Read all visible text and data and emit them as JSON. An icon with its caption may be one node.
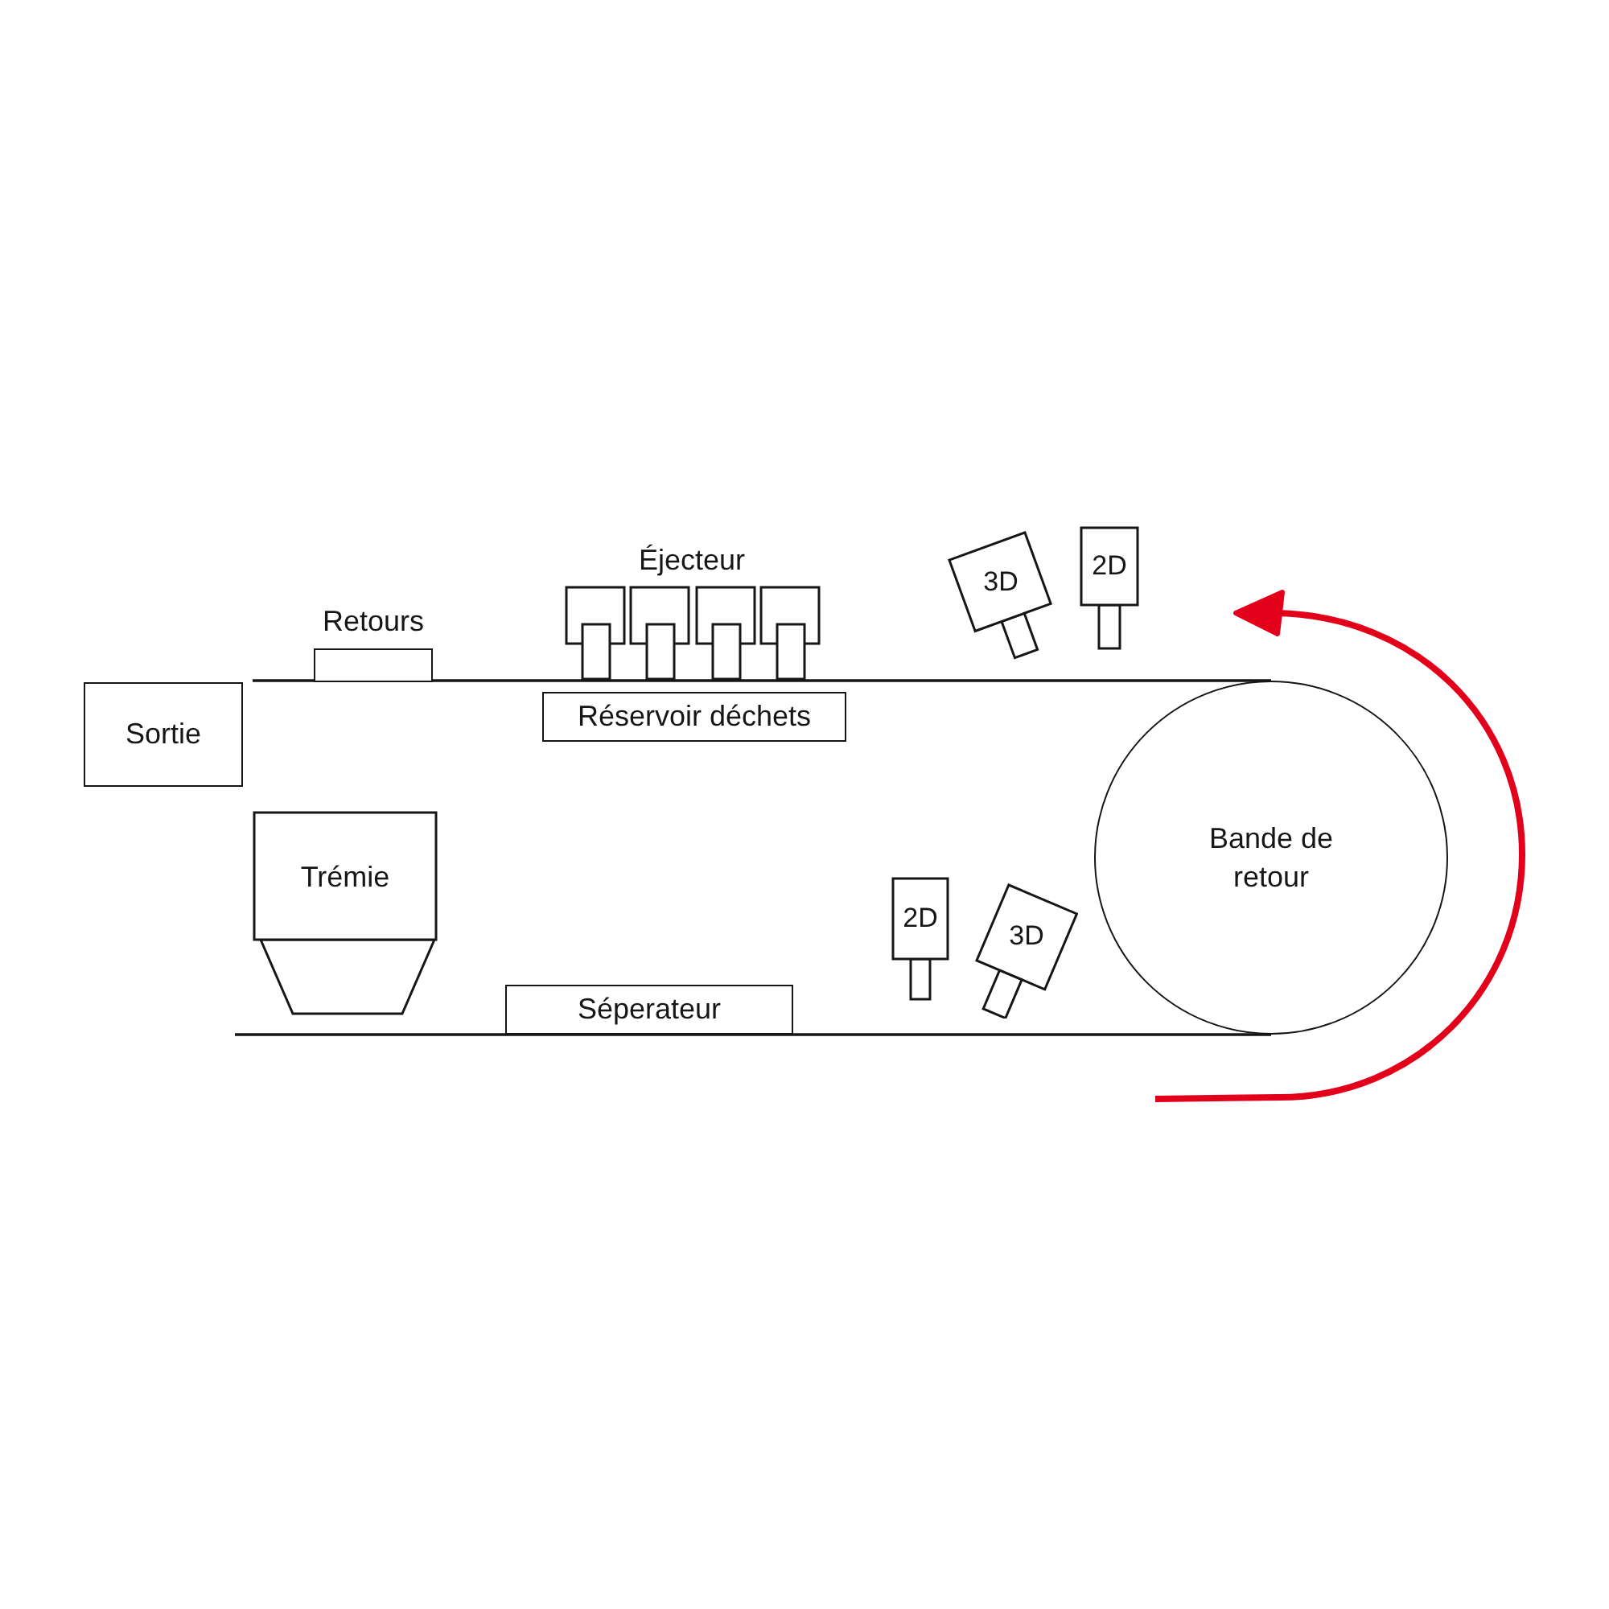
{
  "diagram": {
    "nodes": [
      {
        "text": [
          "Retours"
        ]
      },
      {
        "text": [
          "3D"
        ]
      },
      {
        "text": [
          "2D"
        ]
      },
      {
        "text": [
          "Réservoir déchets"
        ]
      },
      {
        "text": [
          "Sortie"
        ]
      },
      {
        "text": [
          "Trémie"
        ]
      },
      {
        "text": [
          "Bande de retour"
        ]
      },
      {
        "text": [
          "2D"
        ]
      },
      {
        "text": [
          "3D"
        ]
      },
      {
        "text": [
          "Séperateur"
        ]
      }
    ],
    "labels": [
      "Éjecteur"
    ]
  }
}
